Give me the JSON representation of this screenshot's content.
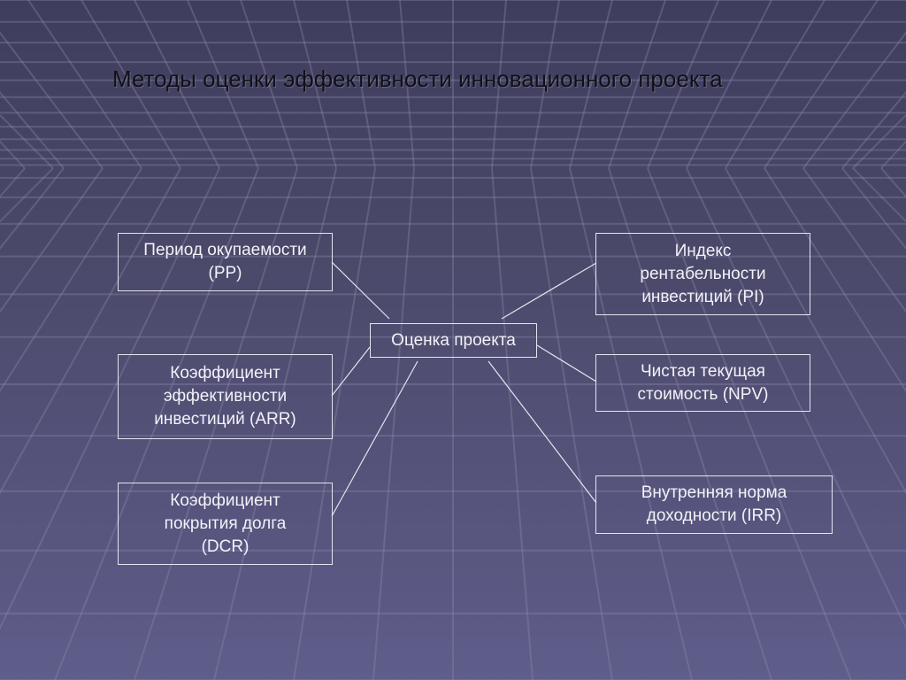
{
  "slide": {
    "title": "Методы оценки эффективности инновационного проекта"
  },
  "diagram": {
    "center": {
      "lines": [
        "Оценка проекта"
      ]
    },
    "methods": {
      "pp": {
        "lines": [
          "Период окупаемости",
          "(PP)"
        ]
      },
      "arr": {
        "lines": [
          "Коэффициент",
          "эффективности",
          "инвестиций (ARR)"
        ]
      },
      "dcr": {
        "lines": [
          "Коэффициент",
          "покрытия долга",
          "(DCR)"
        ]
      },
      "pi": {
        "lines": [
          "Индекс",
          "рентабельности",
          "инвестиций (PI)"
        ]
      },
      "npv": {
        "lines": [
          "Чистая текущая",
          "стоимость (NPV)"
        ]
      },
      "irr": {
        "lines": [
          "Внутренняя норма",
          "доходности (IRR)"
        ]
      }
    }
  },
  "colors": {
    "box_border": "#e4e4ef",
    "box_text": "#f2f2f8",
    "title_text": "#101018"
  }
}
